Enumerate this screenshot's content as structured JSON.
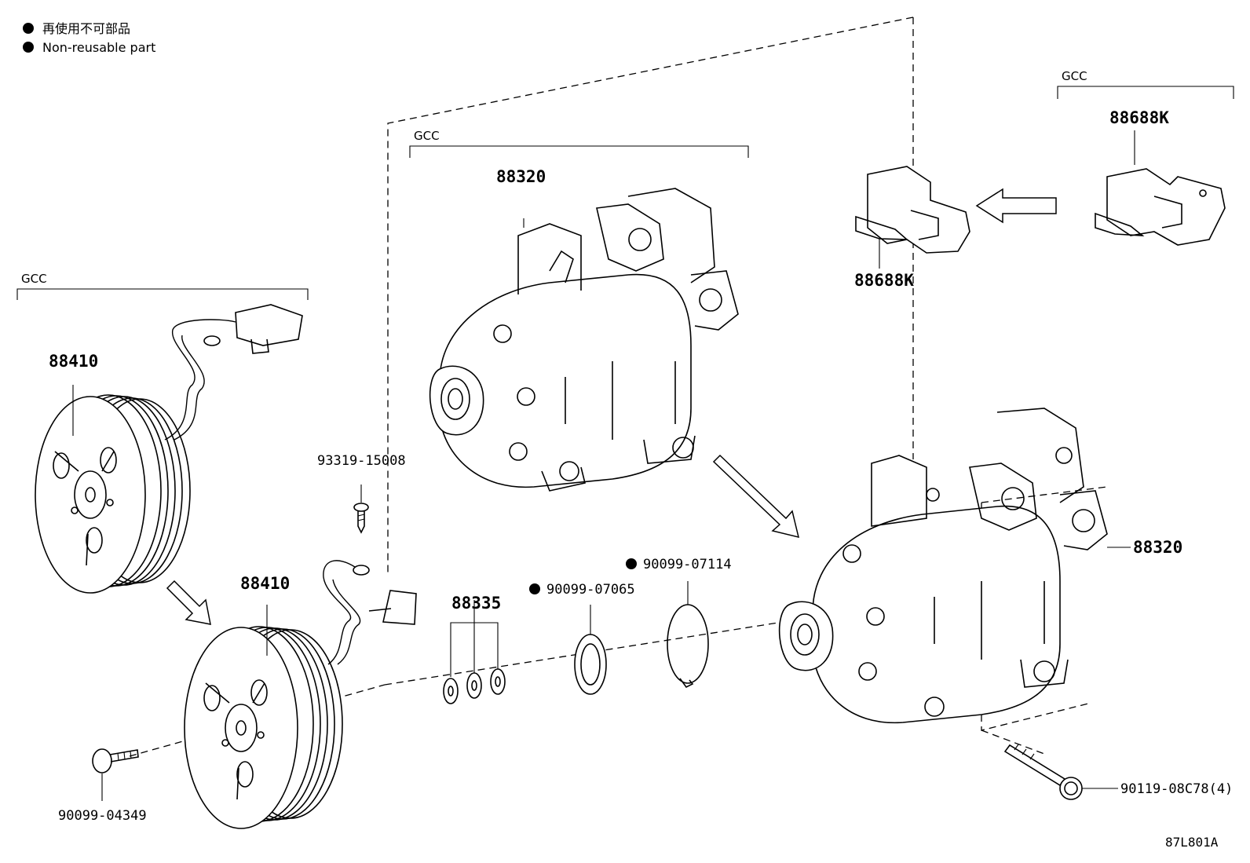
{
  "legend": {
    "jp": "再使用不可部品",
    "en": "Non-reusable part"
  },
  "groups": {
    "gcc_left": "GCC",
    "gcc_center": "GCC",
    "gcc_right": "GCC"
  },
  "parts": {
    "clutch_top": "88410",
    "clutch_bottom": "88410",
    "compressor_top": "88320",
    "compressor_right": "88320",
    "bracket_top": "88688K",
    "bracket_mid": "88688K",
    "screw": "93319-15008",
    "shims": "88335",
    "snap_ring": "90099-07065",
    "o_ring": "90099-07114",
    "bolt_front": "90099-04349",
    "bolt_mount": "90119-08C78(4)"
  },
  "diagram_code": "87L801A"
}
